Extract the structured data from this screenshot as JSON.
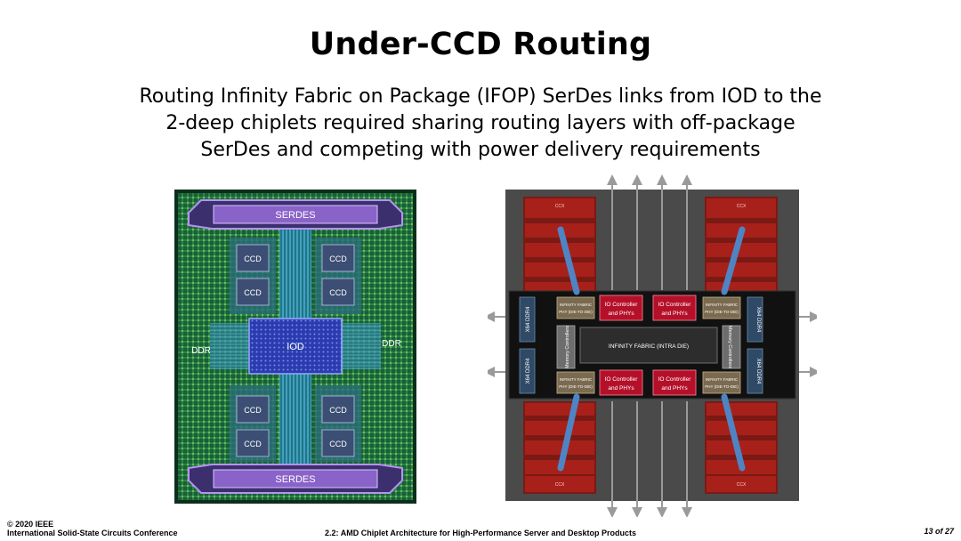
{
  "slide": {
    "title": "Under-CCD Routing",
    "subtitle_lines": [
      "Routing Infinity Fabric on Package (IFOP) SerDes links from IOD to the",
      "2-deep chiplets required sharing routing layers with off-package",
      "SerDes and competing with power delivery requirements"
    ]
  },
  "left_diagram": {
    "serdes_top": "SERDES",
    "serdes_bottom": "SERDES",
    "ccd": "CCD",
    "iod": "IOD",
    "ddr_left": "DDR",
    "ddr_right": "DDR"
  },
  "right_diagram": {
    "io_controller_line1": "IO Controller",
    "io_controller_line2": "and PHYs",
    "infinity_fabric_intra": "INFINITY FABRIC (INTRA DIE)",
    "memory_controllers": "Memory Controllers",
    "ddr4": "X64 DDR4",
    "phy_line1": "INFINITY FABRIC",
    "phy_line2": "PHY (DIE-TO-DIE)",
    "ccx": "CCX"
  },
  "footer": {
    "copyright": "© 2020 IEEE",
    "conference": "International Solid-State Circuits Conference",
    "paper": "2.2: AMD Chiplet Architecture for High-Performance Server and Desktop Products",
    "page": "13 of 27"
  },
  "colors": {
    "iod_blue": "#2b3fb0",
    "package_green": "#1f6b3a",
    "serdes_purple": "#8a63c9",
    "io_red": "#b5102a",
    "ccd_red": "#a8201a",
    "link_blue": "#4f84c4"
  }
}
